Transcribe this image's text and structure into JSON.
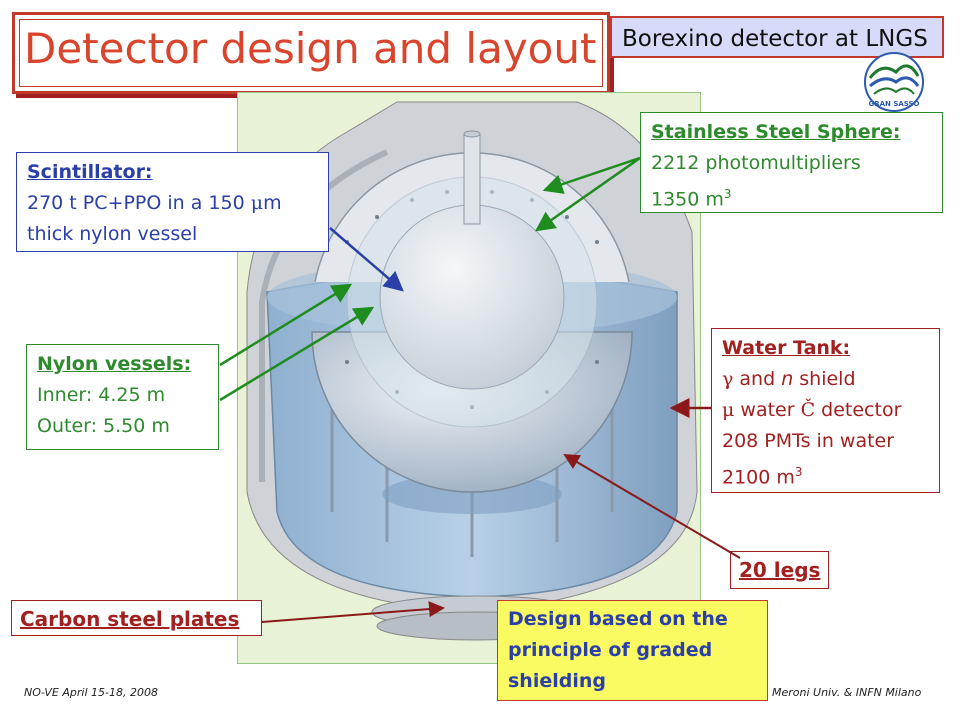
{
  "title": "Detector design and layout",
  "tag": "Borexino detector at LNGS",
  "logo_text": "GRAN SASSO",
  "scintillator": {
    "heading": "Scintillator:",
    "line1_a": "270 t PC+PPO in a 150 ",
    "line1_mu": "μ",
    "line1_b": "m",
    "line2": "thick nylon vessel"
  },
  "steel_sphere": {
    "heading": "Stainless Steel Sphere:",
    "line1": "2212 photomultipliers",
    "line2_a": "1350 m",
    "line2_sup": "3"
  },
  "nylon": {
    "heading": "Nylon vessels:",
    "line1": "Inner: 4.25 m",
    "line2": "Outer: 5.50 m"
  },
  "water_tank": {
    "heading": "Water Tank:",
    "line1_gamma": "γ",
    "line1_a": " and ",
    "line1_n": "n",
    "line1_b": " shield",
    "line2_mu": "μ",
    "line2_a": " water ",
    "line2_c": "Č",
    "line2_b": " detector",
    "line3": "208 PMTs in water",
    "line4_a": "2100 m",
    "line4_sup": "3"
  },
  "legs_label": "20 legs",
  "plates_label": "Carbon steel plates",
  "design_note": "Design based on the principle of graded shielding",
  "footer_left": "NO-VE April 15-18, 2008",
  "footer_right": "Meroni Univ. & INFN Milano",
  "colors": {
    "title": "#d9452c",
    "blue_text": "#2a3fa8",
    "green_text": "#2d8a2d",
    "red_text": "#a32020",
    "tag_bg": "#d7daf8",
    "note_bg": "#fafa62"
  }
}
